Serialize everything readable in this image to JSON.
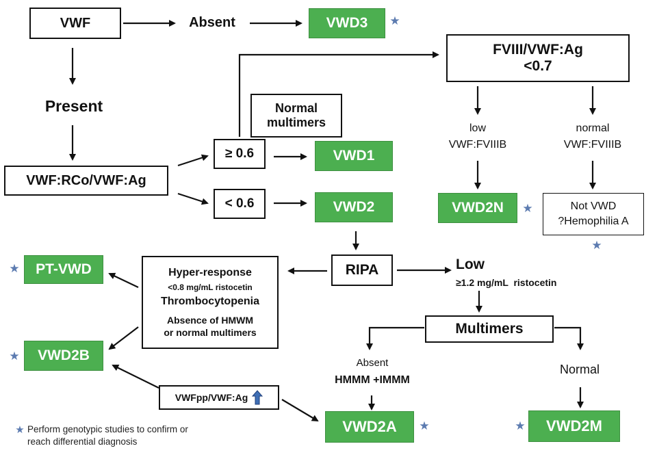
{
  "colors": {
    "diagnosis_green": "#4caf50",
    "star_blue": "#5c7bb0",
    "up_arrow_blue": "#3f6fb5"
  },
  "nodes": {
    "vwf": "VWF",
    "absent_top": "Absent",
    "vwd3": "VWD3",
    "present": "Present",
    "ratio_rco": "VWF:RCo/VWF:Ag",
    "normal_multimers": [
      "Normal",
      "multimers"
    ],
    "ge06": "≥ 0.6",
    "lt06": "< 0.6",
    "vwd1": "VWD1",
    "vwd2": "VWD2",
    "fviii_ratio": [
      "FVIII/VWF:Ag",
      "<0.7"
    ],
    "low_fviiib": [
      "low",
      "VWF:FVIIIB"
    ],
    "normal_fviiib": [
      "normal",
      "VWF:FVIIIB"
    ],
    "vwd2n": "VWD2N",
    "not_vwd": [
      "Not VWD",
      "?Hemophilia A"
    ],
    "ripa": "RIPA",
    "hyper_response": {
      "line1": "Hyper-response",
      "line2": "<0.8 mg/mL ristocetin",
      "line3": "Thrombocytopenia",
      "line4": "Absence of HMWM",
      "line5": "or normal multimers"
    },
    "pt_vwd": "PT-VWD",
    "vwd2b": "VWD2B",
    "low_ripa": "Low",
    "ristocetin_12": "≥1.2 mg/mL  ristocetin",
    "multimers": "Multimers",
    "absent_mult": [
      "Absent",
      "HMMM +IMMM"
    ],
    "normal_mult": "Normal",
    "vwfpp": "VWFpp/VWF:Ag",
    "vwd2a": "VWD2A",
    "vwd2m": "VWD2M"
  },
  "icons": {
    "star": "star-icon",
    "up_arrow": "arrow-up-icon"
  },
  "footnote": [
    "Perform genotypic studies to confirm or",
    "reach differential diagnosis"
  ]
}
